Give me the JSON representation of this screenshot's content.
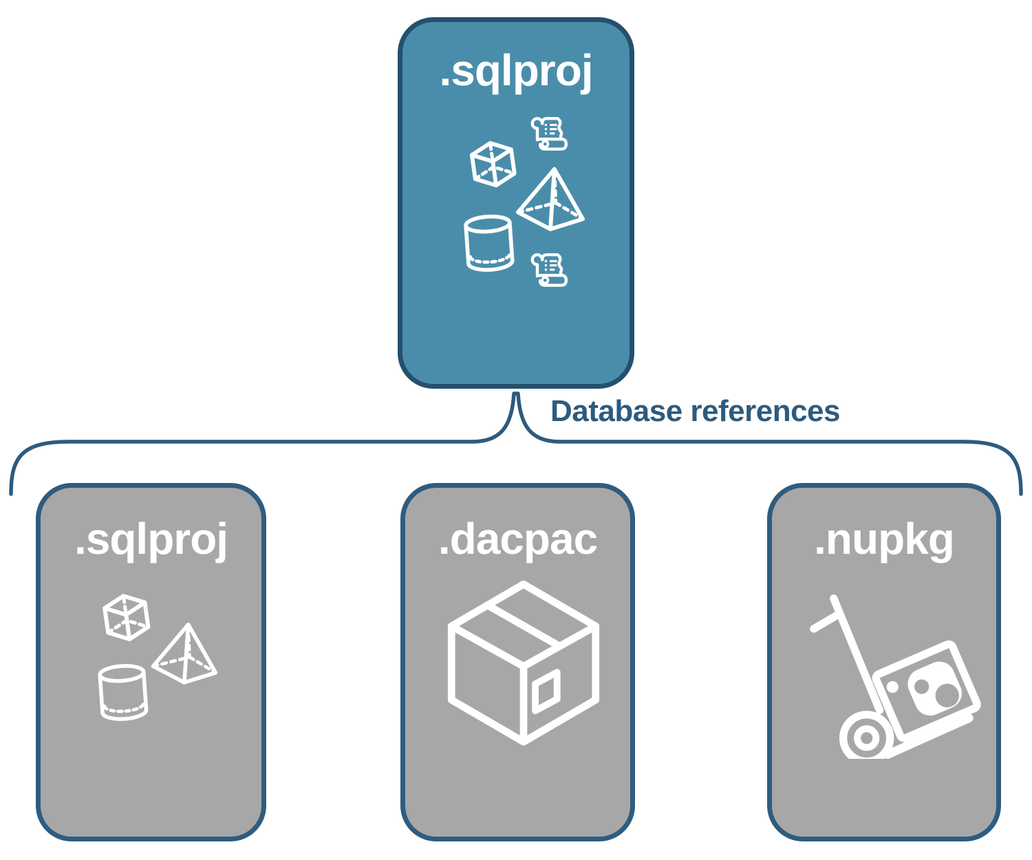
{
  "diagram": {
    "root_card": {
      "label": ".sqlproj"
    },
    "connector_label": "Database references",
    "child_cards": [
      {
        "label": ".sqlproj"
      },
      {
        "label": ".dacpac"
      },
      {
        "label": ".nupkg"
      }
    ],
    "icons": {
      "root": [
        "cube-icon",
        "script-scroll-icon",
        "pyramid-icon",
        "cylinder-icon",
        "script-scroll-icon"
      ],
      "children": [
        [
          "cube-icon",
          "pyramid-icon",
          "cylinder-icon"
        ],
        [
          "package-box-icon"
        ],
        [
          "hand-truck-icon"
        ]
      ]
    },
    "colors": {
      "root_fill": "#4a8dab",
      "root_border": "#24506e",
      "child_fill": "#a7a7a7",
      "child_border": "#2e5c7f",
      "accent_text": "#2d5b7e",
      "icon_color": "#ffffff"
    }
  }
}
